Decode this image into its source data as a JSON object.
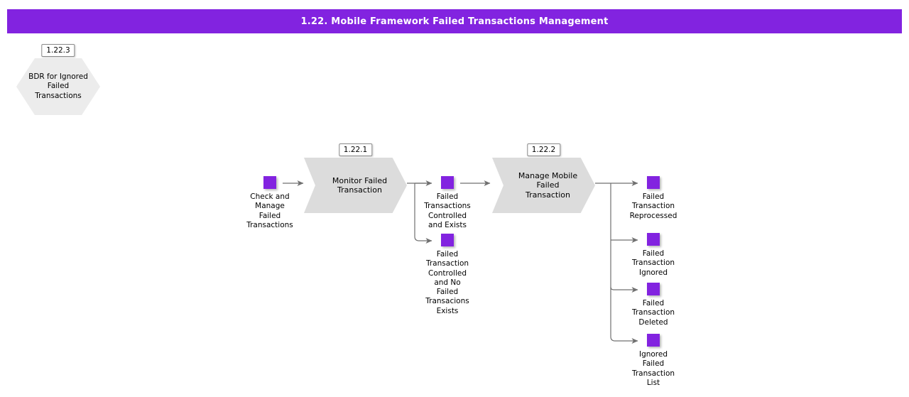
{
  "header": {
    "title": "1.22. Mobile Framework Failed Transactions Management",
    "bar_color": "#8223E0",
    "text_color": "#ffffff"
  },
  "theme": {
    "object_color": "#8223E0",
    "process_fill": "#DCDCDC",
    "hexagon_fill": "#ECECEC",
    "connector_color": "#707070",
    "canvas_background": "#ffffff"
  },
  "diagram": {
    "type": "process-flow",
    "hexagons": [
      {
        "id": "bdr-ignored-failed-transactions",
        "tag": "1.22.3",
        "text": "BDR for Ignored\nFailed\nTransactions"
      }
    ],
    "processes": [
      {
        "id": "monitor-failed-transaction",
        "tag": "1.22.1",
        "text": "Monitor Failed\nTransaction"
      },
      {
        "id": "manage-mobile-failed-transaction",
        "tag": "1.22.2",
        "text": "Manage Mobile\nFailed\nTransaction"
      }
    ],
    "objects": [
      {
        "id": "check-and-manage-failed-transactions",
        "label": "Check and\nManage\nFailed\nTransactions"
      },
      {
        "id": "failed-transactions-controlled-and-exists",
        "label": "Failed\nTransactions\nControlled\nand Exists"
      },
      {
        "id": "failed-transaction-controlled-and-no-failed-transacions-exists",
        "label": "Failed\nTransaction\nControlled\nand No\nFailed\nTransacions\nExists"
      },
      {
        "id": "failed-transaction-reprocessed",
        "label": "Failed\nTransaction\nReprocessed"
      },
      {
        "id": "failed-transaction-ignored",
        "label": "Failed\nTransaction\nIgnored"
      },
      {
        "id": "failed-transaction-deleted",
        "label": "Failed\nTransaction\nDeleted"
      },
      {
        "id": "ignored-failed-transaction-list",
        "label": "Ignored\nFailed\nTransaction\nList"
      }
    ]
  }
}
